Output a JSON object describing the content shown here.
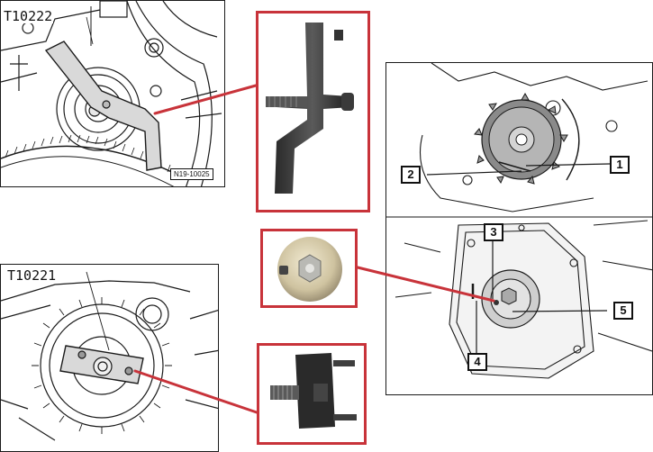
{
  "top_left_panel": {
    "tool_code": "T10222",
    "ref_code": "N19-10025"
  },
  "bottom_left_panel": {
    "tool_code": "T10221"
  },
  "right_top_panel": {
    "callouts": [
      "1",
      "2"
    ]
  },
  "right_bottom_panel": {
    "callouts": [
      "3",
      "4",
      "5"
    ]
  },
  "colors": {
    "connector": "#c8333a",
    "frame": "#c8333a",
    "line_art": "#1a1a1a"
  }
}
